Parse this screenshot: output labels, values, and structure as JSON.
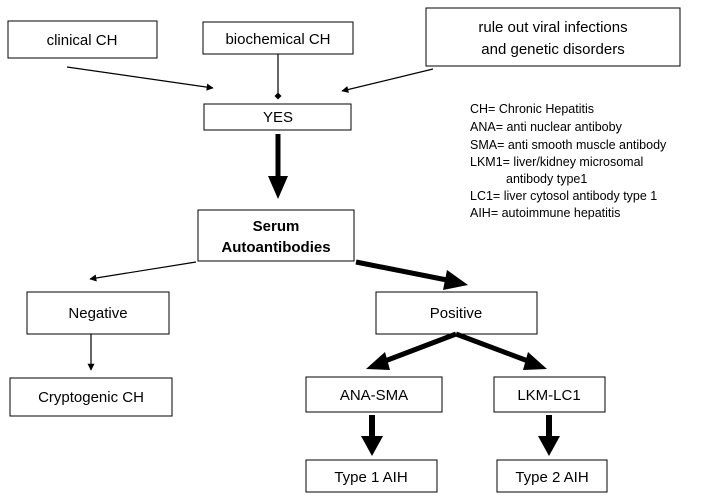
{
  "nodes": {
    "clinical": "clinical CH",
    "biochemical": "biochemical CH",
    "ruleout_line1": "rule out viral infections",
    "ruleout_line2": "and genetic disorders",
    "yes": "YES",
    "serum_line1": "Serum",
    "serum_line2": "Autoantibodies",
    "negative": "Negative",
    "positive": "Positive",
    "cryptogenic": "Cryptogenic CH",
    "ana_sma": "ANA-SMA",
    "lkm_lc1": "LKM-LC1",
    "type1": "Type 1 AIH",
    "type2": "Type 2 AIH"
  },
  "legend": [
    "CH= Chronic Hepatitis",
    "ANA= anti nuclear antiboby",
    "SMA= anti smooth muscle antibody",
    "LKM1= liver/kidney microsomal",
    "antibody type1",
    "LC1= liver cytosol antibody type 1",
    "AIH=  autoimmune hepatitis"
  ]
}
